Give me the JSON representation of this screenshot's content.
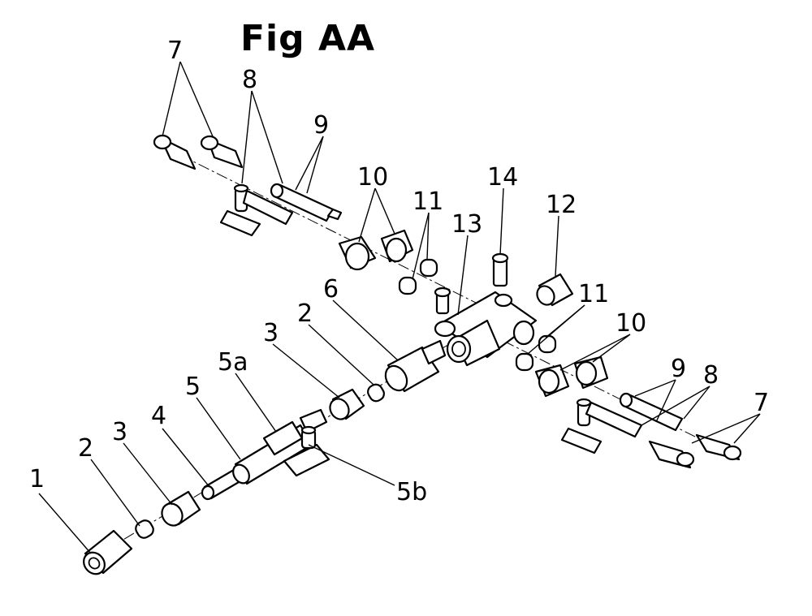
{
  "figure": {
    "title": "Fig AA",
    "callouts": {
      "c1": "1",
      "c2a": "2",
      "c3a": "3",
      "c4": "4",
      "c5": "5",
      "c5a": "5a",
      "c5b": "5b",
      "c3b": "3",
      "c2b": "2",
      "c6": "6",
      "c7a": "7",
      "c8a": "8",
      "c9a": "9",
      "c10a": "10",
      "c11a": "11",
      "c12": "12",
      "c13": "13",
      "c14": "14",
      "c11b": "11",
      "c10b": "10",
      "c9b": "9",
      "c8b": "8",
      "c7b": "7"
    }
  }
}
